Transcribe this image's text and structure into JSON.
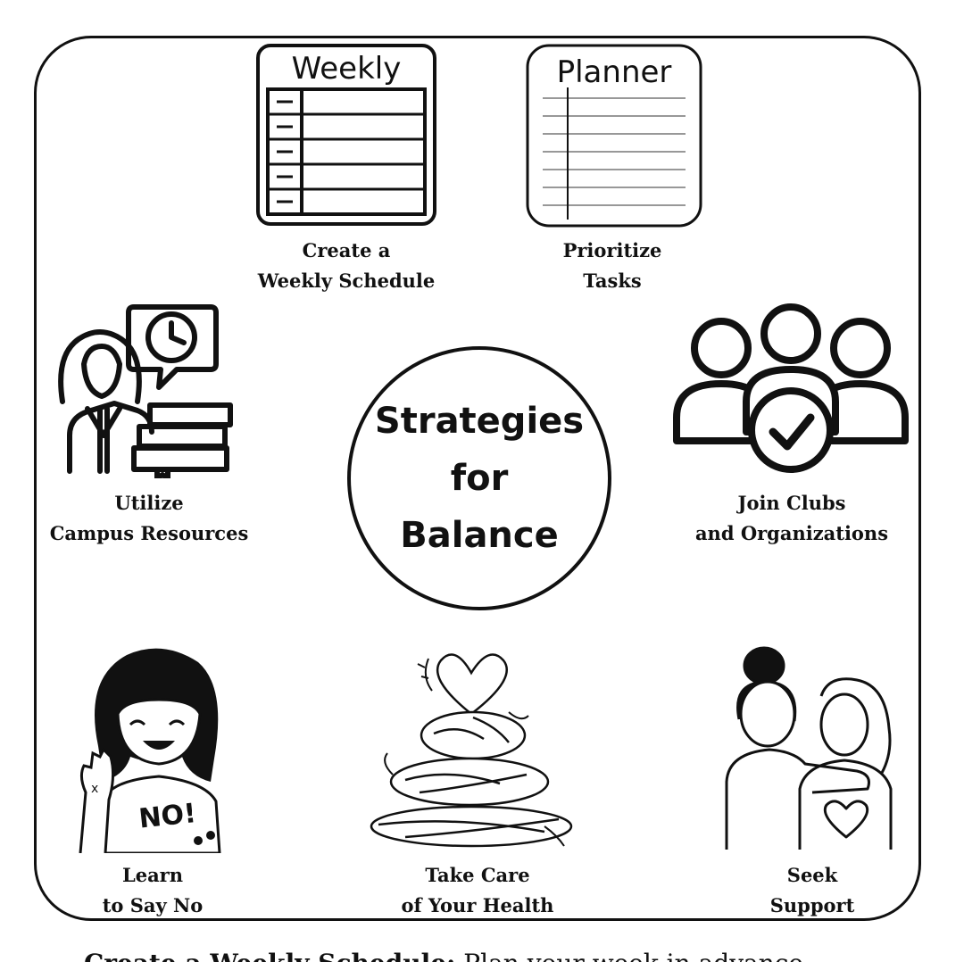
{
  "center": {
    "line1": "Strategies",
    "line2": "for",
    "line3": "Balance"
  },
  "weekly_card": {
    "title": "Weekly"
  },
  "planner_card": {
    "title": "Planner"
  },
  "items": [
    {
      "line1": "Create a",
      "line2": "Weekly Schedule",
      "icon": "weekly-calendar-icon"
    },
    {
      "line1": "Prioritize",
      "line2": "Tasks",
      "icon": "planner-notepad-icon"
    },
    {
      "line1": "Utilize",
      "line2": "Campus Resources",
      "icon": "advisor-clock-books-icon"
    },
    {
      "line1": "Join Clubs",
      "line2": "and Organizations",
      "icon": "group-check-icon"
    },
    {
      "line1": "Learn",
      "line2": "to Say No",
      "icon": "girl-waving-no-icon"
    },
    {
      "line1": "Take Care",
      "line2": "of Your Health",
      "icon": "stacked-stones-heart-icon"
    },
    {
      "line1": "Seek",
      "line2": "Support",
      "icon": "two-people-hug-icon"
    }
  ],
  "footer": {
    "bold": "Create a Weekly Schedule:",
    "rest": " Plan your week in advance"
  },
  "colors": {
    "ink": "#111111",
    "background": "#ffffff"
  }
}
